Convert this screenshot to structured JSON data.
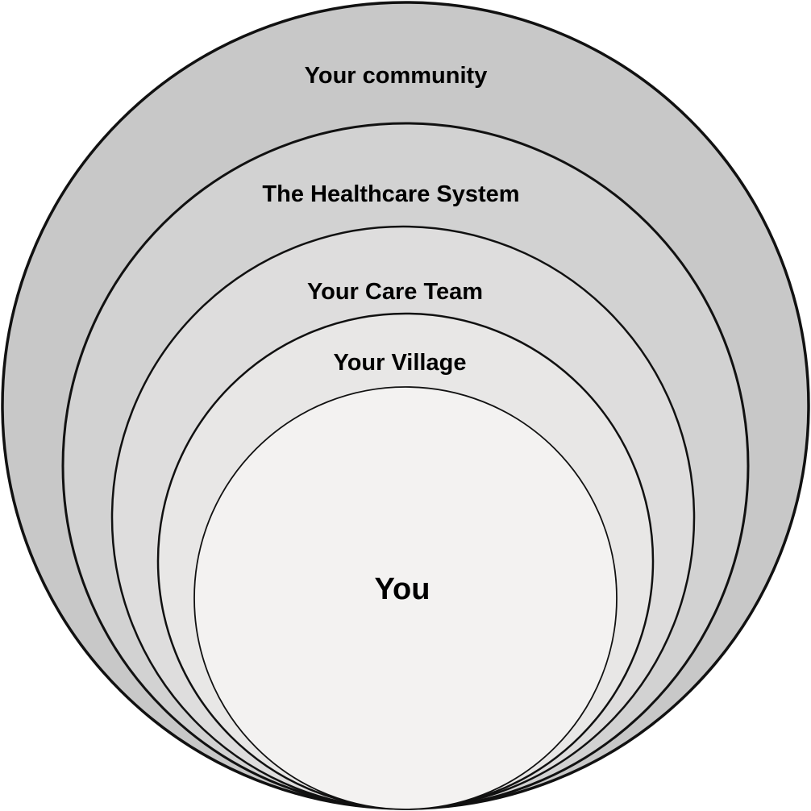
{
  "diagram": {
    "rings": [
      {
        "label": "Your community",
        "fill": "#c8c8c8"
      },
      {
        "label": "The Healthcare System",
        "fill": "#d2d2d2"
      },
      {
        "label": "Your Care Team",
        "fill": "#dedddd"
      },
      {
        "label": "Your Village",
        "fill": "#e8e7e6"
      },
      {
        "label": "You",
        "fill": "#f3f2f1"
      }
    ]
  }
}
